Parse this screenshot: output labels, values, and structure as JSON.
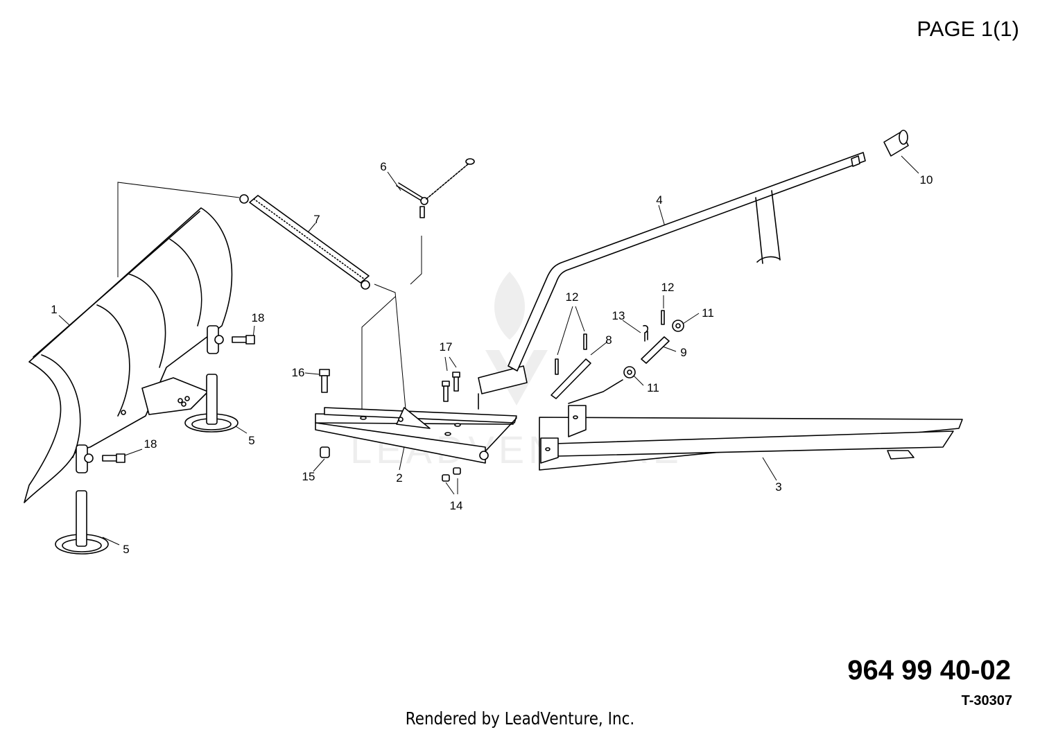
{
  "page_label": "PAGE 1(1)",
  "part_number": "964 99 40-02",
  "drawing_code": "T-30307",
  "footer": "Rendered by LeadVenture, Inc.",
  "watermark_text": "LEADVENTURE",
  "callouts": [
    "1",
    "2",
    "3",
    "4",
    "5",
    "5",
    "6",
    "7",
    "8",
    "9",
    "10",
    "11",
    "11",
    "12",
    "12",
    "13",
    "14",
    "15",
    "16",
    "17",
    "18",
    "18"
  ]
}
